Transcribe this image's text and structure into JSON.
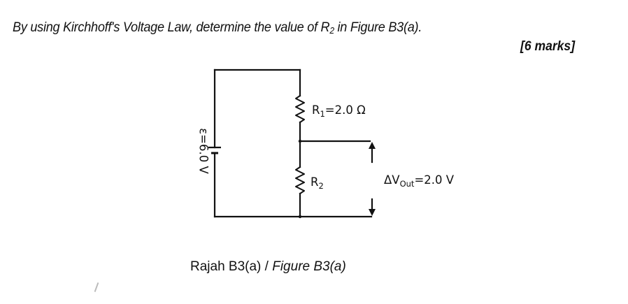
{
  "question": {
    "text_before": "By using Kirchhoff's Voltage Law, determine the value of R",
    "subscript": "2",
    "text_after": " in Figure B3(a).",
    "marks": "[6 marks]"
  },
  "circuit": {
    "emf": {
      "symbol": "ε",
      "value": "6.0",
      "unit": "V",
      "label": "ε=6.0 V"
    },
    "r1": {
      "name": "R",
      "subscript": "1",
      "value": "2.0",
      "unit": "Ω",
      "label_rest": "=2.0 Ω"
    },
    "r2": {
      "name": "R",
      "subscript": "2"
    },
    "vout": {
      "prefix": "ΔV",
      "subscript": "Out",
      "label_rest": "=2.0 V",
      "value": "2.0",
      "unit": "V"
    }
  },
  "caption": {
    "malay": "Rajah B3(a) / ",
    "english": "Figure B3(a)"
  }
}
